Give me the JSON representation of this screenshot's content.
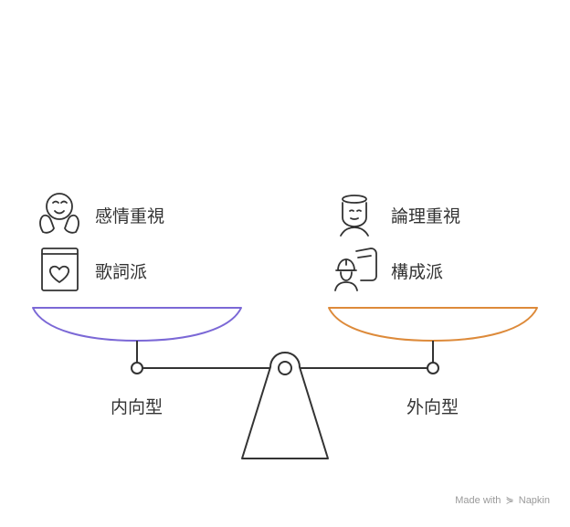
{
  "left_side": {
    "items": [
      {
        "label": "感情重視",
        "icon": "smiling-face-icon"
      },
      {
        "label": "歌詞派",
        "icon": "heart-book-icon"
      }
    ],
    "pan_color": "#7b68d6",
    "caption": "内向型"
  },
  "right_side": {
    "items": [
      {
        "label": "論理重視",
        "icon": "cap-person-icon"
      },
      {
        "label": "構成派",
        "icon": "builder-with-blueprint-icon"
      }
    ],
    "pan_color": "#dd8a3a",
    "caption": "外向型"
  },
  "beam_color": "#333333",
  "watermark": {
    "made_with": "Made with",
    "brand": "Napkin"
  }
}
